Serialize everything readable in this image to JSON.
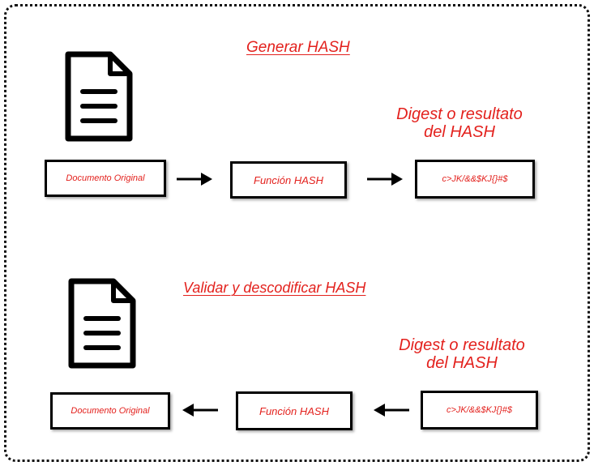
{
  "generate": {
    "title": "Generar HASH",
    "digest_label_line1": "Digest o resultato",
    "digest_label_line2": "del HASH",
    "document_box": "Documento Original",
    "function_box": "Función HASH",
    "digest_box": "c>JK/&&$KJ{}#$",
    "document_icon": "document-icon",
    "arrow_icon": "arrow-right-icon"
  },
  "validate": {
    "title": "Validar y descodificar HASH",
    "digest_label_line1": "Digest o resultato",
    "digest_label_line2": "del HASH",
    "document_box": "Documento Original",
    "function_box": "Función HASH",
    "digest_box": "c>JK/&&$KJ{}#$",
    "document_icon": "document-icon",
    "arrow_icon": "arrow-left-icon"
  },
  "colors": {
    "text_accent": "#e3211d",
    "border": "#000000",
    "background": "#ffffff"
  }
}
